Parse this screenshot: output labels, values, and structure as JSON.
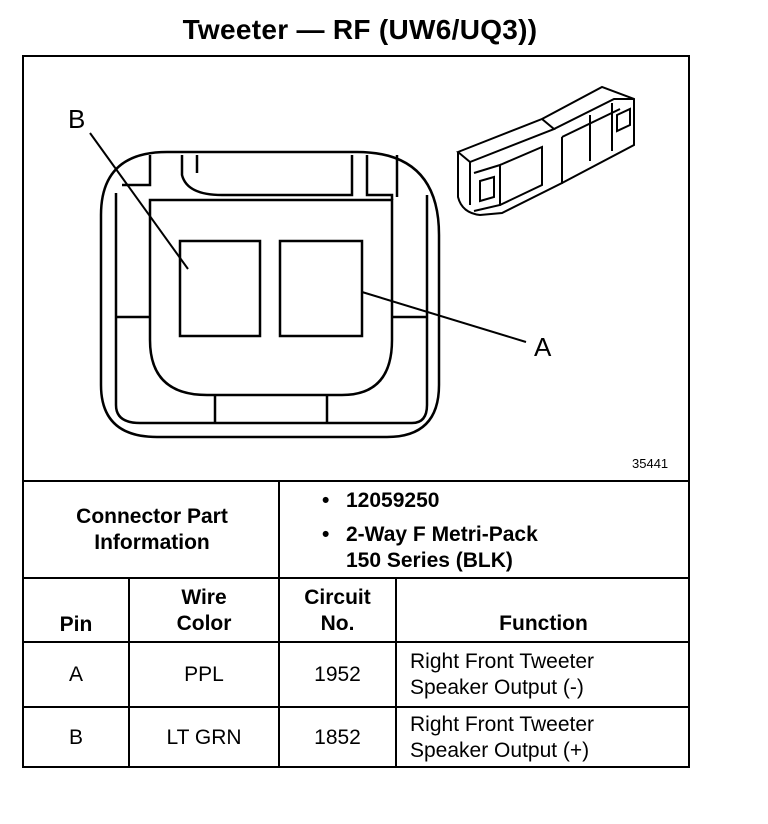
{
  "title": "Tweeter — RF (UW6/UQ3))",
  "diagram": {
    "label_b": "B",
    "label_a": "A",
    "figure_number": "35441"
  },
  "connector_info": {
    "label_line1": "Connector Part",
    "label_line2": "Information",
    "part_number": "12059250",
    "type_line1": "2-Way F Metri-Pack",
    "type_line2": "150 Series (BLK)",
    "bullet": "•"
  },
  "table": {
    "headers": {
      "pin": "Pin",
      "wire_line1": "Wire",
      "wire_line2": "Color",
      "circuit_line1": "Circuit",
      "circuit_line2": "No.",
      "function": "Function"
    },
    "rows": [
      {
        "pin": "A",
        "wire": "PPL",
        "circuit": "1952",
        "function_line1": "Right Front Tweeter",
        "function_line2": "Speaker Output (-)"
      },
      {
        "pin": "B",
        "wire": "LT GRN",
        "circuit": "1852",
        "function_line1": "Right Front Tweeter",
        "function_line2": "Speaker Output (+)"
      }
    ]
  }
}
